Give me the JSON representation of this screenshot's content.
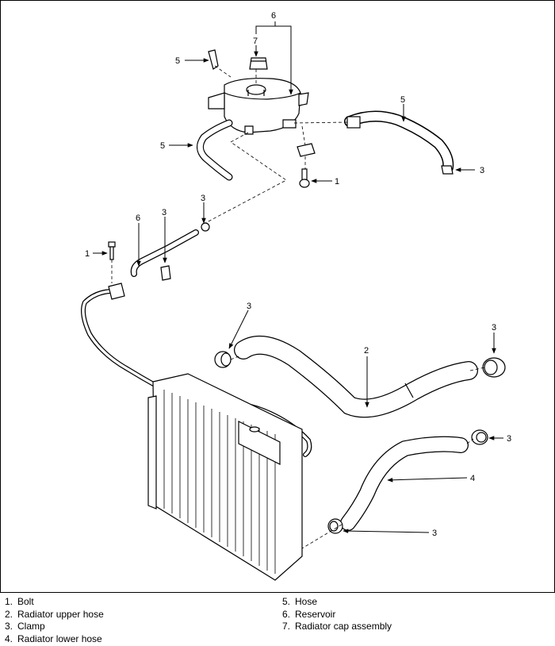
{
  "callouts": {
    "c6_reservoir": "6",
    "c7_cap": "7",
    "c5_top_left": "5",
    "c5_top_right": "5",
    "c5_left_mid": "5",
    "c3_right_upper": "3",
    "c1_upper": "1",
    "c3_mid_small": "3",
    "c6_pipe": "6",
    "c3_pipe": "3",
    "c1_left": "1",
    "c3_upper_hose_left": "3",
    "c3_upper_hose_right": "3",
    "c2_upper_hose": "2",
    "c3_lower_hose_top": "3",
    "c4_lower_hose": "4",
    "c3_lower_hose_bottom": "3"
  },
  "legend": {
    "left": [
      {
        "num": "1.",
        "label": "Bolt"
      },
      {
        "num": "2.",
        "label": "Radiator upper hose"
      },
      {
        "num": "3.",
        "label": "Clamp"
      },
      {
        "num": "4.",
        "label": "Radiator lower hose"
      }
    ],
    "right": [
      {
        "num": "5.",
        "label": "Hose"
      },
      {
        "num": "6.",
        "label": "Reservoir"
      },
      {
        "num": "7.",
        "label": "Radiator cap assembly"
      }
    ]
  }
}
